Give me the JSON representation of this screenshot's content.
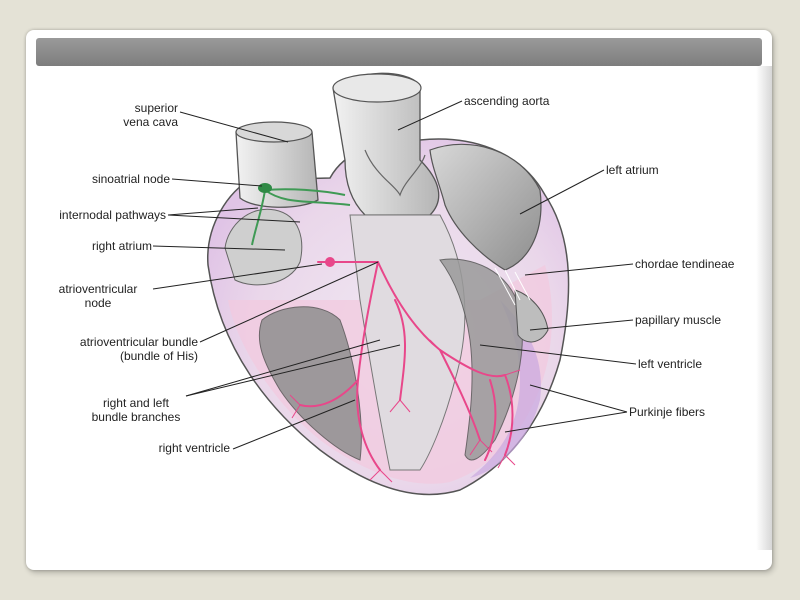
{
  "labels": {
    "superior_vena_cava": "superior\nvena cava",
    "sinoatrial_node": "sinoatrial node",
    "internodal_pathways": "internodal pathways",
    "right_atrium": "right atrium",
    "atrioventricular_node": "atrioventricular\nnode",
    "atrioventricular_bundle": "atrioventricular bundle\n(bundle of His)",
    "bundle_branches": "right and left\nbundle branches",
    "right_ventricle": "right ventricle",
    "ascending_aorta": "ascending aorta",
    "left_atrium": "left atrium",
    "chordae_tendineae": "chordae tendineae",
    "papillary_muscle": "papillary muscle",
    "left_ventricle": "left ventricle",
    "purkinje_fibers": "Purkinje fibers"
  },
  "colors": {
    "background": "#e4e2d6",
    "title_bar": "#888888",
    "conduction_pink": "#e8478a",
    "sa_green": "#3f9a55",
    "endocardium_lilac": "#c9a8e0"
  }
}
